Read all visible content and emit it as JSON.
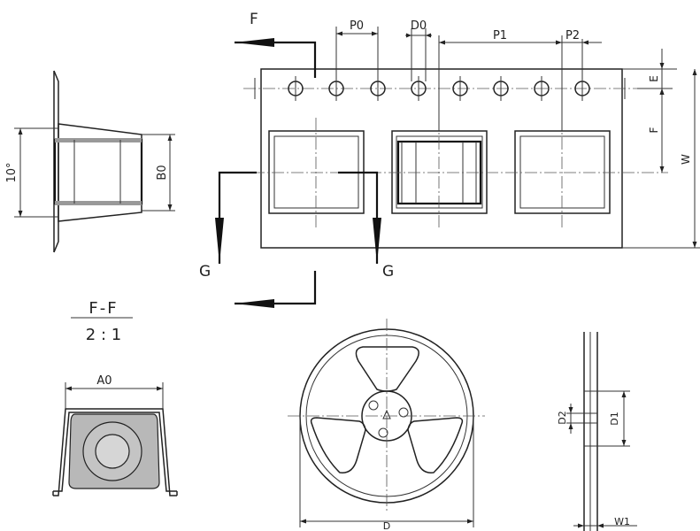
{
  "tape": {
    "section_label_top": "F",
    "section_label_left": "G",
    "section_label_right": "G",
    "dims": {
      "p0": "P0",
      "d0": "D0",
      "p1": "P1",
      "p2": "P2",
      "e": "E",
      "f": "F",
      "w": "W"
    }
  },
  "side_view": {
    "angle": "10°",
    "b0": "B0"
  },
  "section": {
    "title": "F-F",
    "scale": "2 : 1",
    "a0": "A0"
  },
  "reel": {
    "d": "D",
    "d1": "D1",
    "d2": "D2",
    "w1": "W1"
  },
  "colors": {
    "line": "#222222",
    "pocket_fill": "#b8b8b8",
    "pocket_inner": "#d0d0d0"
  }
}
